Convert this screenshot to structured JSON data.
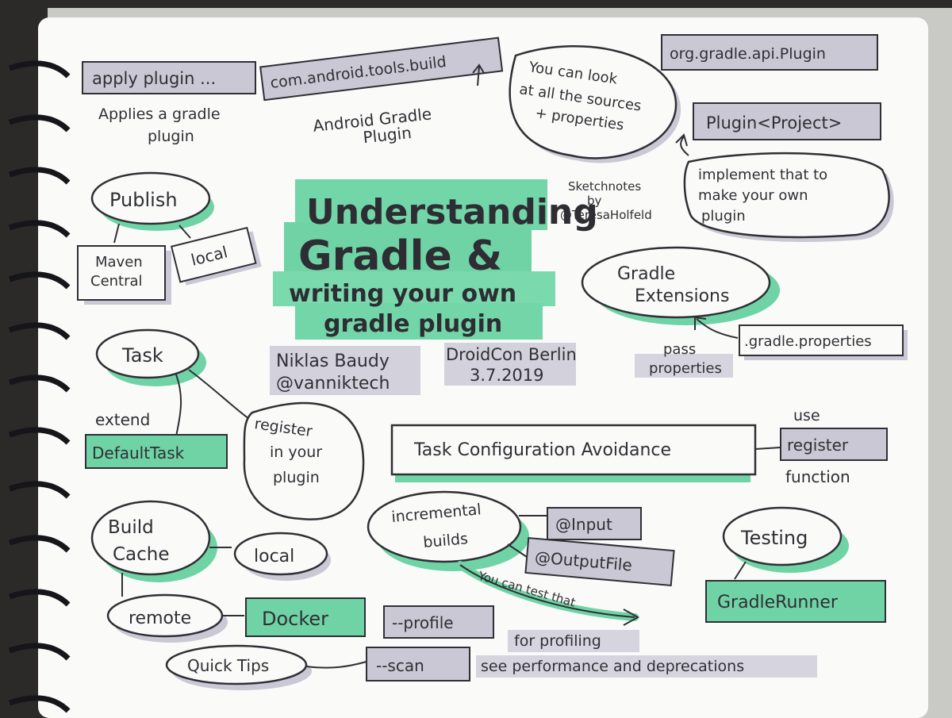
{
  "title": {
    "line1": "Understanding",
    "line2": "Gradle &",
    "line3": "writing your own",
    "line4": "gradle plugin"
  },
  "credit": {
    "line1": "Sketchnotes",
    "line2": "by",
    "line3": "@TeresaHolfeld"
  },
  "speaker": {
    "name": "Niklas Baudy",
    "handle": "@vanniktech"
  },
  "event": {
    "name": "DroidCon Berlin",
    "date": "3.7.2019"
  },
  "apply_plugin": {
    "box": "apply plugin ...",
    "note1": "Applies a gradle",
    "note2": "plugin"
  },
  "android_plugin": {
    "box": "com.android.tools.build",
    "note1": "Android Gradle",
    "note2": "Plugin"
  },
  "sources": {
    "line1": "You can look",
    "line2": "at all the sources",
    "line3": "+ properties"
  },
  "org_plugin": {
    "box": "org.gradle.api.Plugin"
  },
  "plugin_project": {
    "box": "Plugin<Project>",
    "note1": "implement that to",
    "note2": "make your own",
    "note3": "plugin"
  },
  "publish": {
    "bubble": "Publish",
    "maven1": "Maven",
    "maven2": "Central",
    "local": "local"
  },
  "extensions": {
    "line1": "Gradle",
    "line2": "Extensions",
    "props_box": ".gradle.properties",
    "note1": "pass",
    "note2": "properties"
  },
  "task": {
    "bubble": "Task",
    "extend": "extend",
    "default_task": "DefaultTask",
    "register1": "register",
    "register2": "in your",
    "register3": "plugin"
  },
  "avoidance": {
    "box": "Task Configuration Avoidance",
    "use": "use",
    "register_box": "register",
    "function": "function"
  },
  "build_cache": {
    "line1": "Build",
    "line2": "Cache",
    "local": "local",
    "remote": "remote",
    "docker": "Docker"
  },
  "incremental": {
    "line1": "incremental",
    "line2": "builds",
    "input": "@Input",
    "output": "@OutputFile",
    "note": "You can test that"
  },
  "testing": {
    "bubble": "Testing",
    "runner": "GradleRunner"
  },
  "tips": {
    "bubble": "Quick Tips",
    "profile": "--profile",
    "profile_note": "for profiling",
    "scan": "--scan",
    "scan_note": "see performance and deprecations"
  },
  "colors": {
    "paper": "#fafaf8",
    "mint": "#6fd3a5",
    "gray_shadow": "#c4c3d0",
    "ink": "#2f2f35",
    "background": "#2b2a29"
  }
}
